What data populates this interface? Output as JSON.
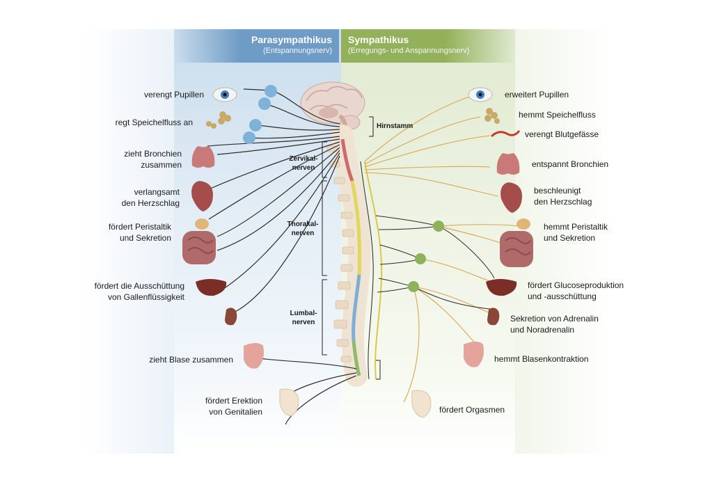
{
  "header": {
    "left_title": "Parasympathikus",
    "left_subtitle": "(Entspannungsnerv)",
    "right_title": "Sympathikus",
    "right_subtitle": "(Erregungs- und Anspannungsnerv)"
  },
  "spine_labels": {
    "hirnstamm": "Hirnstamm",
    "zervikal_1": "Zervikal-",
    "zervikal_2": "nerven",
    "thorakal_1": "Thorakal-",
    "thorakal_2": "nerven",
    "lumbal_1": "Lumbal-",
    "lumbal_2": "nerven"
  },
  "left_effects": {
    "pupillen": "verengt Pupillen",
    "speichel": "regt Speichelfluss an",
    "bronchien_1": "zieht Bronchien",
    "bronchien_2": "zusammen",
    "herz_1": "verlangsamt",
    "herz_2": "den Herzschlag",
    "peristaltik_1": "fördert Peristaltik",
    "peristaltik_2": "und Sekretion",
    "galle_1": "fördert die Ausschüttung",
    "galle_2": "von Gallenflüssigkeit",
    "blase": "zieht Blase zusammen",
    "erektion_1": "fördert Erektion",
    "erektion_2": "von Genitalien"
  },
  "right_effects": {
    "pupillen": "erweitert Pupillen",
    "speichel": "hemmt Speichelfluss",
    "blutgefaesse": "verengt Blutgefässe",
    "bronchien": "entspannt Bronchien",
    "herz_1": "beschleunigt",
    "herz_2": "den Herzschlag",
    "peristaltik_1": "hemmt Peristaltik",
    "peristaltik_2": "und Sekretion",
    "glucose_1": "fördert Glucoseproduktion",
    "glucose_2": "und -ausschüttung",
    "adrenalin_1": "Sekretion von Adrenalin",
    "adrenalin_2": "und Noradrenalin",
    "blase": "hemmt Blasenkontraktion",
    "orgasmen": "fördert Orgasmen"
  },
  "colors": {
    "parasympathetic_header": "#6f9cc6",
    "sympathetic_header": "#93b15a",
    "parasympathetic_nerve": "#2b2b2b",
    "sympathetic_nerve": "#d9a64a",
    "ganglion_blue": "#7fb2d9",
    "ganglion_green": "#8db35a"
  }
}
